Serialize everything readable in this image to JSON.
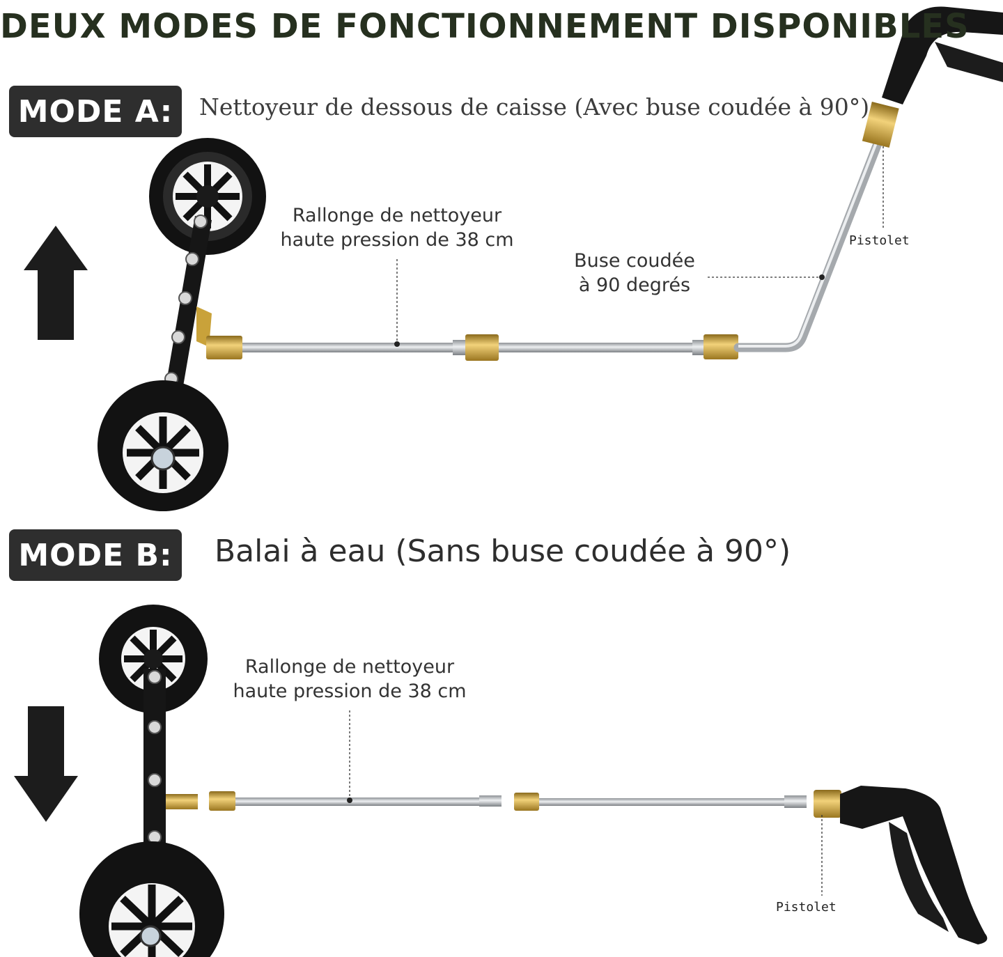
{
  "title": "DEUX MODES DE FONCTIONNEMENT DISPONIBLES",
  "mode_a": {
    "badge": "MODE A:",
    "description": "Nettoyeur de dessous de caisse (Avec buse coudée à 90°)",
    "labels": {
      "extension_line1": "Rallonge de nettoyeur",
      "extension_line2": "haute pression de 38 cm",
      "elbow_line1": "Buse coudée",
      "elbow_line2": "à 90 degrés",
      "gun": "Pistolet"
    },
    "arrow": "arrow-up-icon"
  },
  "mode_b": {
    "badge": "MODE B:",
    "description": "Balai à eau (Sans buse coudée à 90°)",
    "labels": {
      "extension_line1": "Rallonge de nettoyeur",
      "extension_line2": "haute pression de 38 cm",
      "gun": "Pistolet"
    },
    "arrow": "arrow-down-icon"
  },
  "colors": {
    "badge_bg": "#2e2e2e",
    "title": "#26301f",
    "brass": "#c9a23a",
    "steel": "#b8bcc0",
    "black_part": "#151515"
  }
}
